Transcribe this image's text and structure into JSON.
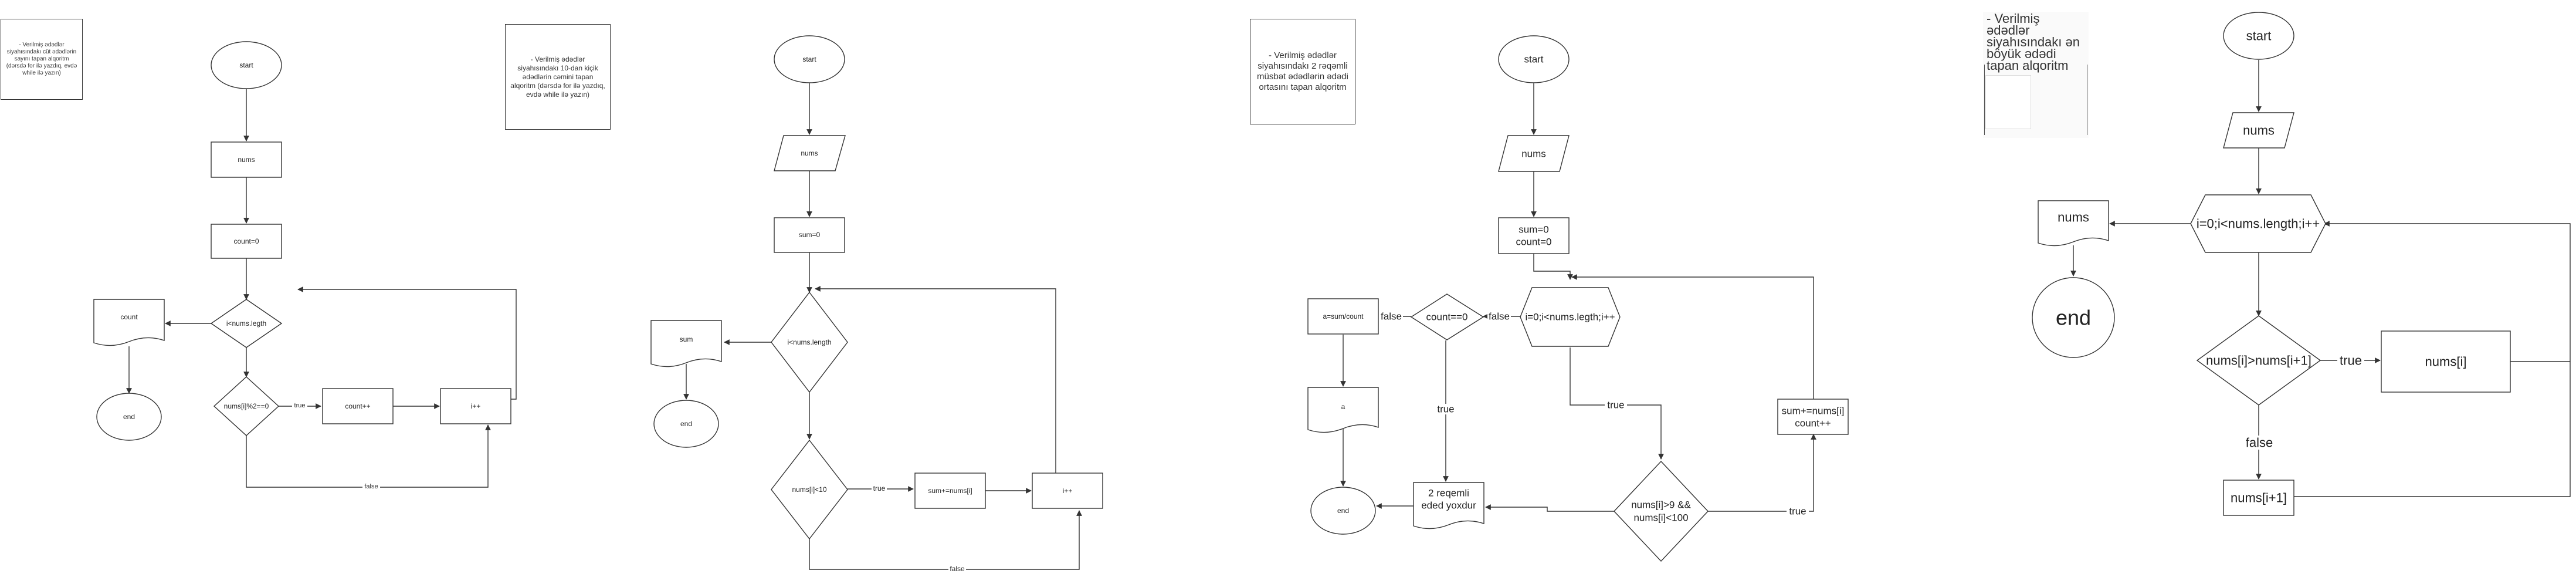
{
  "flowchart1": {
    "note": "- Verilmiş ədədlər siyahısındakı cüt ədədlərin sayını tapan alqoritm (dərsdə for ilə yazdıq, evdə while ilə yazın)",
    "start": "start",
    "input": "nums",
    "init": "count=0",
    "loop": "i<nums.legth",
    "output": "count",
    "end": "end",
    "condition": "nums[i]%2==0",
    "increment": "count++",
    "step": "i++",
    "true_label": "true",
    "false_label": "false"
  },
  "flowchart2": {
    "note": "- Verilmiş ədədlər siyahısındakı 10-dan kiçik ədədlərin cəmini tapan alqoritm (dərsdə for ilə yazdıq, evdə while ilə yazın)",
    "start": "start",
    "input": "nums",
    "init": "sum=0",
    "loop": "i<nums.length",
    "output": "sum",
    "end": "end",
    "condition": "nums[i]<10",
    "accumulate": "sum+=nums[i]",
    "step": "i++",
    "true_label": "true",
    "false_label": "false"
  },
  "flowchart3": {
    "note": "- Verilmiş ədədlər siyahısındakı 2 rəqəmli müsbət ədədlərin ədədi ortasını tapan alqoritm",
    "start": "start",
    "input": "nums",
    "init_sum": "sum=0",
    "init_count": "count=0",
    "loop": "i=0;i<nums.legth;i++",
    "check_count": "count==0",
    "average": "a=sum/count",
    "output": "a",
    "end": "end",
    "no_result_line1": "2 reqemli",
    "no_result_line2": "eded yoxdur",
    "condition_line1": "nums[i]>9 &&",
    "condition_line2": "nums[i]<100",
    "update_line1": "sum+=nums[i]",
    "update_line2": "count++",
    "true_label": "true",
    "false_label": "false"
  },
  "flowchart4": {
    "note_line1": "- Verilmiş",
    "note_line2": "ədədlər",
    "note_line3": "siyahısındakı ən",
    "note_line4": "böyük ədədi",
    "note_line5": "tapan alqoritm",
    "start": "start",
    "input": "nums",
    "loop": "i=0;i<nums.length;i++",
    "output": "nums",
    "end": "end",
    "condition": "nums[i]>nums[i+1]",
    "swap": "nums[i]",
    "next": "nums[i+1]",
    "true_label": "true",
    "false_label": "false"
  },
  "colors": {
    "stroke": "#333333",
    "background": "#ffffff"
  }
}
